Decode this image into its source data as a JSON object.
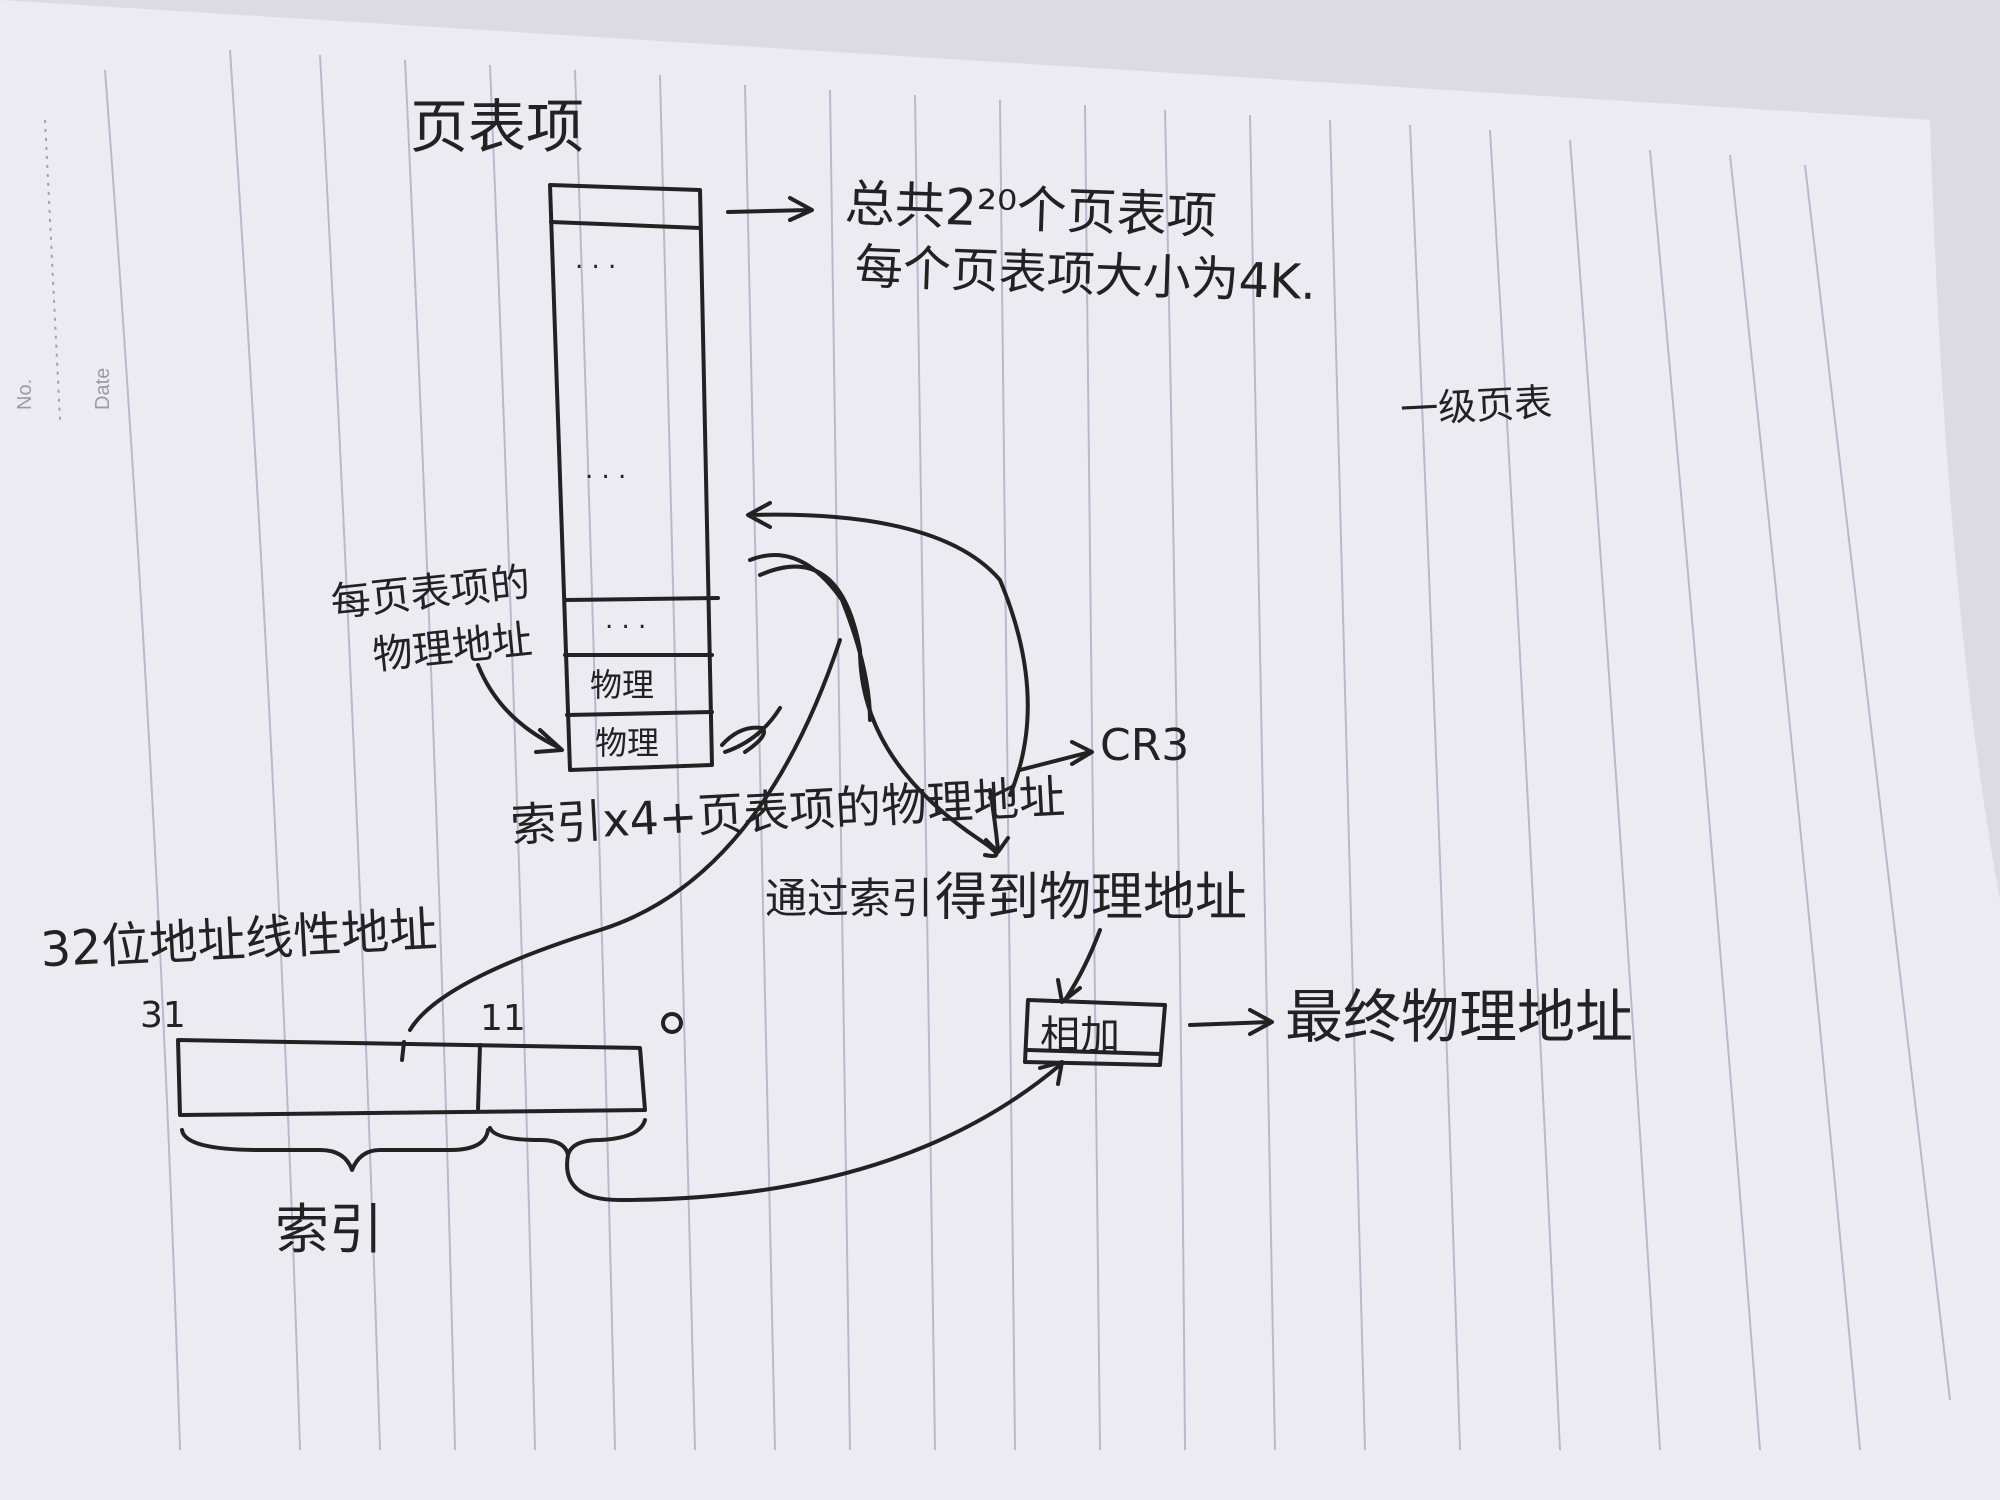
{
  "page": {
    "margin_no": "No.",
    "margin_date": "Date"
  },
  "diagram": {
    "title": "页表项",
    "heading": "一级页表",
    "table_note_1": "总共2²⁰个页表项",
    "table_note_2": "每个页表项大小为4K.",
    "table_ellipsis_1": ". . .",
    "table_ellipsis_2": ". . .",
    "table_ellipsis_3": ". . .",
    "cell_phys_1": "物理",
    "cell_phys_2": "物理",
    "base_label_1": "每页表项的",
    "base_label_2": "物理地址",
    "cr3": "CR3",
    "index_formula": "索引x4+页表项的物理地址",
    "via_index": "通过索引",
    "get_phys": "得到物理地址",
    "linear_title": "32位地址线性地址",
    "bit_31": "31",
    "bit_11": "11",
    "bit_0": "0",
    "index_label": "索引",
    "add_label": "相加",
    "final_label": "最终物理地址"
  }
}
